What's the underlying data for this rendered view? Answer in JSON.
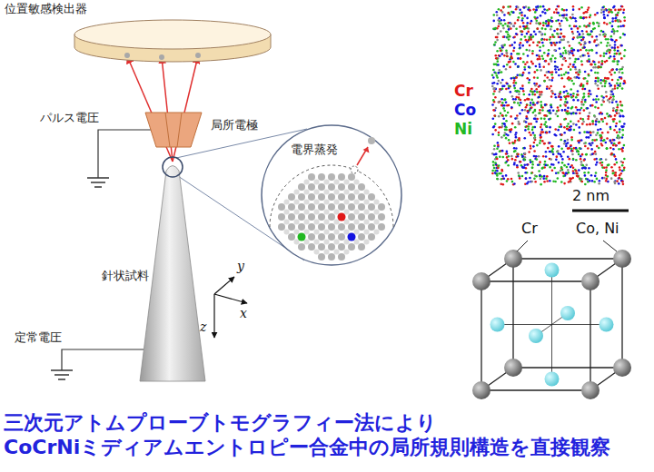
{
  "diagram": {
    "title": "三次元アトムプローブトモグラフィー法により CoCrNiミディアムエントロピー合金中の局所規則構造を直接観察",
    "nodes": [
      {
        "text": [
          "位置敏感検出器"
        ]
      },
      {
        "text": [
          "局所電極"
        ]
      },
      {
        "text": [
          "電界蒸発"
        ]
      },
      {
        "text": [
          "針状試料"
        ]
      }
    ],
    "edges": [
      {
        "from": 3,
        "to": 0,
        "arrow": "to"
      },
      {
        "from": 3,
        "to": 0,
        "arrow": "to"
      },
      {
        "from": 3,
        "to": 0,
        "arrow": "to"
      }
    ],
    "labels": [
      "パルス電圧",
      "定常電圧",
      "x",
      "y",
      "z",
      "2 nm",
      "Cr",
      "Co, Ni"
    ],
    "legend": [
      {
        "text": "Cr",
        "color": "#e01818"
      },
      {
        "text": "Co",
        "color": "#1414e0"
      },
      {
        "text": "Ni",
        "color": "#22b822"
      }
    ]
  }
}
